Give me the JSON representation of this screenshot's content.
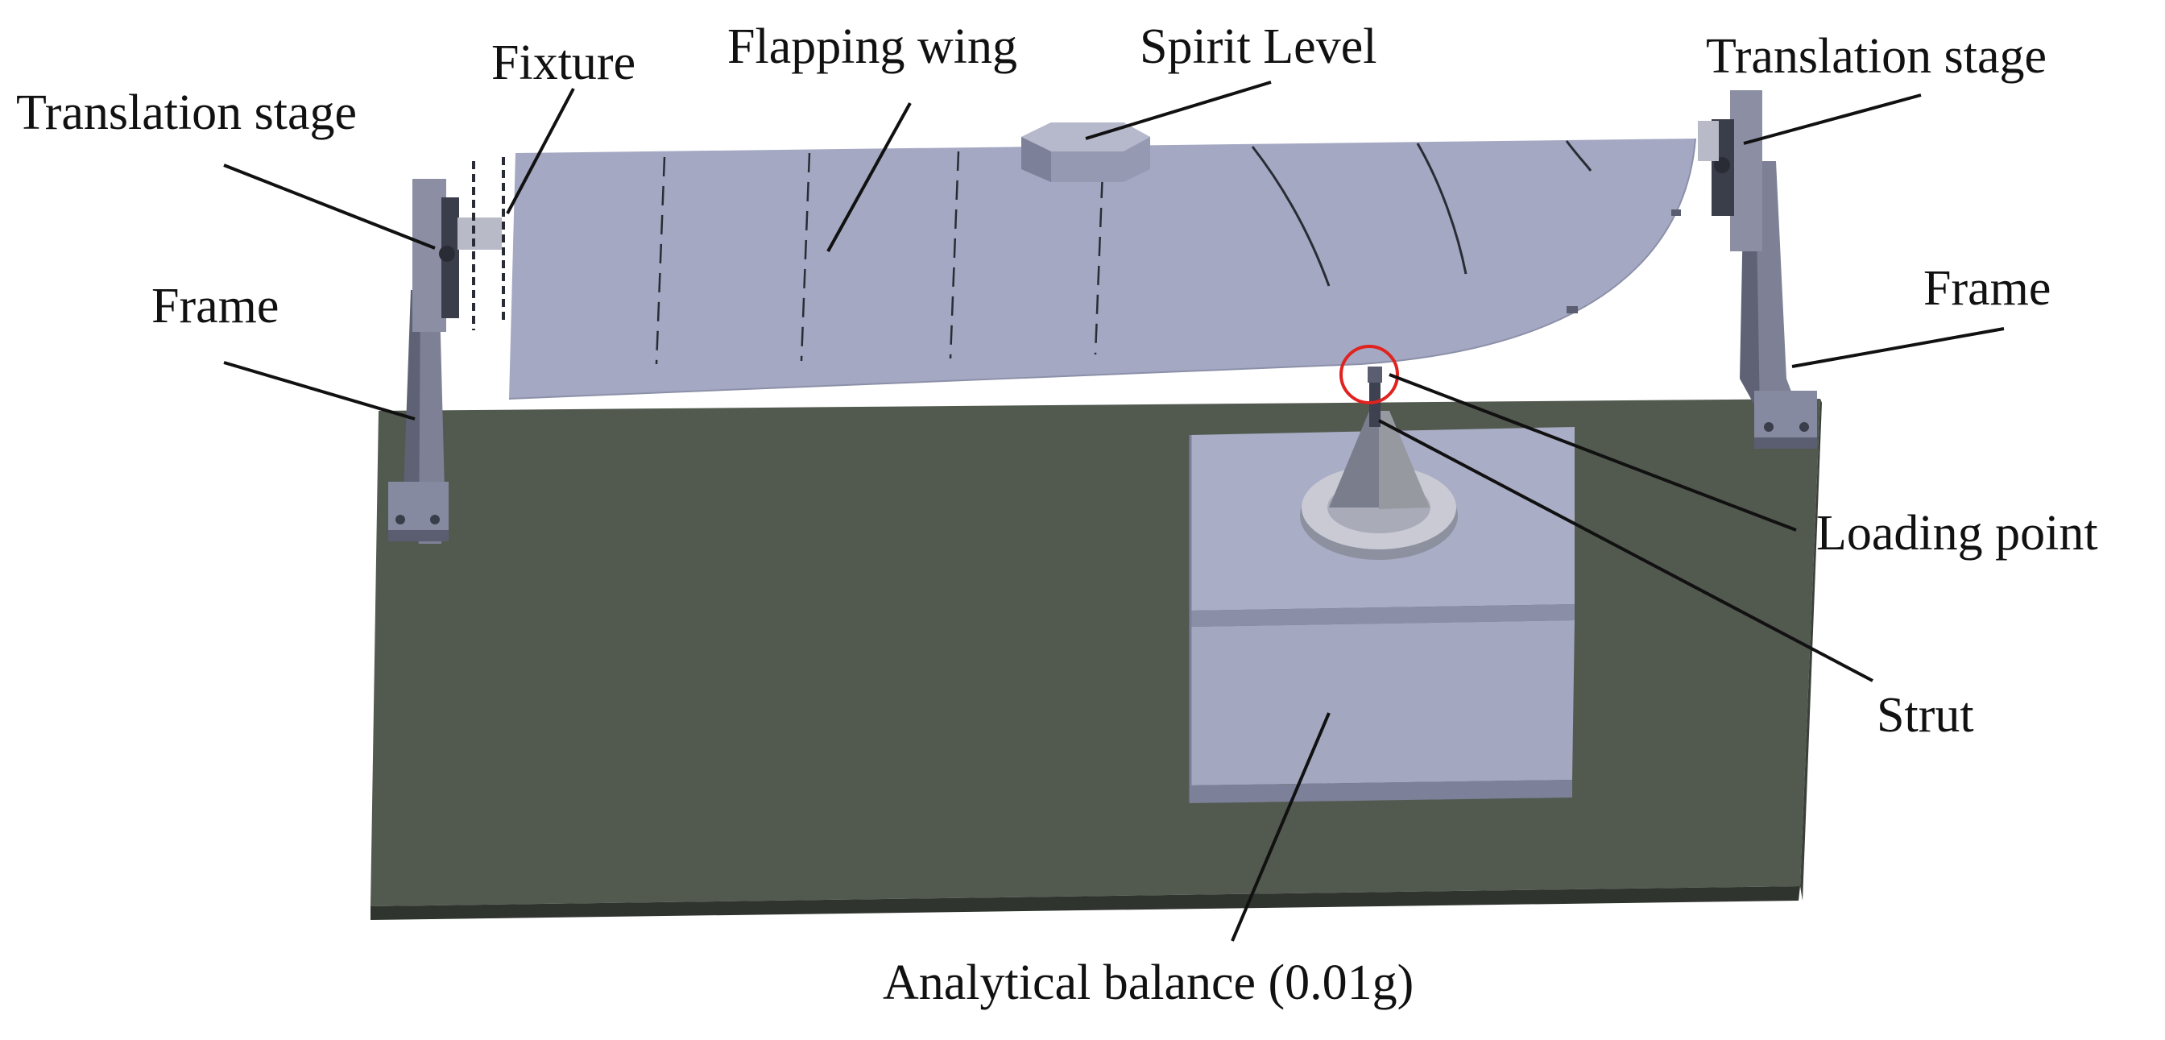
{
  "labels": {
    "fixture": "Fixture",
    "flapping_wing": "Flapping wing",
    "spirit_level": "Spirit Level",
    "translation_stage_left": "Translation stage",
    "translation_stage_right": "Translation stage",
    "frame_left": "Frame",
    "frame_right": "Frame",
    "loading_point": "Loading point",
    "strut": "Strut",
    "analytical_balance": "Analytical balance (0.01g)"
  },
  "colors": {
    "base_top": "#525a50",
    "base_edge": "#2f352e",
    "wing": "#a4a8c2",
    "balance_top": "#a9adc6",
    "balance_front": "#a3a7bf",
    "frame": "#7e8196",
    "loading_circle": "#e0231f",
    "leader": "#111111"
  }
}
